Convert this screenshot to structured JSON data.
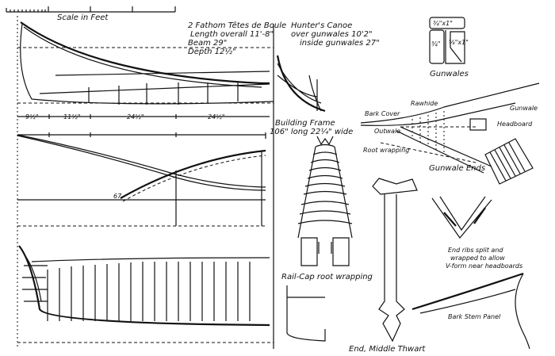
{
  "scale": {
    "label": "Scale in Feet"
  },
  "specs": {
    "title": "2 Fathom Têtes de Boule",
    "length": "Length overall  11'-8\"",
    "beam": "Beam 29\"",
    "depth": "Depth  12½\""
  },
  "hunter": {
    "title": "Hunter's Canoe",
    "over": "over gunwales 10'2\"",
    "inside": "inside gunwales 27\""
  },
  "gunwales": {
    "title": "Gunwales",
    "dim_cap": "¾\"x1\"",
    "dim_inner": "¾\"",
    "dim_outer": "⅝\"x1\""
  },
  "gunwale_ends": {
    "rawhide": "Rawhide",
    "bark_cover": "Bark Cover",
    "gunwale": "Gunwale",
    "headboard": "Headboard",
    "outwale": "Outwale",
    "root_wrapping": "Root wrapping",
    "title": "Gunwale Ends"
  },
  "dimensions": [
    "9½\"",
    "11½\"",
    "24½\"",
    "24½\""
  ],
  "building_frame": {
    "line1": "Building Frame",
    "line2": "106\" long  22¼\" wide"
  },
  "plan_marker": "67",
  "rail_cap": "Rail-Cap root wrapping",
  "thwart": "End, Middle Thwart",
  "end_ribs": {
    "line1": "End ribs split and",
    "line2": "wrapped to allow",
    "line3": "V-form near headboards"
  },
  "stem_panel": "Bark Stem Panel"
}
